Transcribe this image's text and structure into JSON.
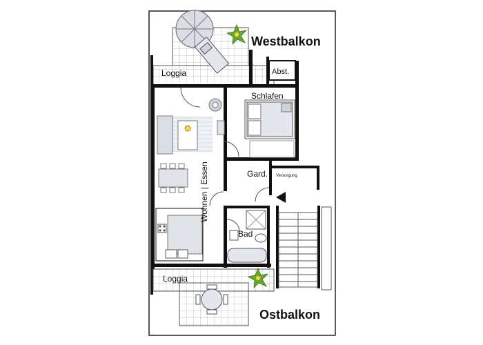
{
  "labels": {
    "westbalkon": "Westbalkon",
    "ostbalkon": "Ostbalkon",
    "loggia_top": "Loggia",
    "loggia_bottom": "Loggia",
    "abst": "Abst.",
    "schlafen": "Schlafen",
    "gard": "Gard.",
    "versorgung": "Versorgung",
    "wohnen_essen": "Wohnen | Essen",
    "bad": "Bad"
  },
  "colors": {
    "wall": "#111111",
    "tile_fill": "#ffffff",
    "tile_grid": "#b5b5b5",
    "furniture": "#d9dde4",
    "furniture_edge": "#8a8f98",
    "rug": "#e6ebf3",
    "plant": "#6aa82a",
    "plant_center": "#f2d84a"
  }
}
